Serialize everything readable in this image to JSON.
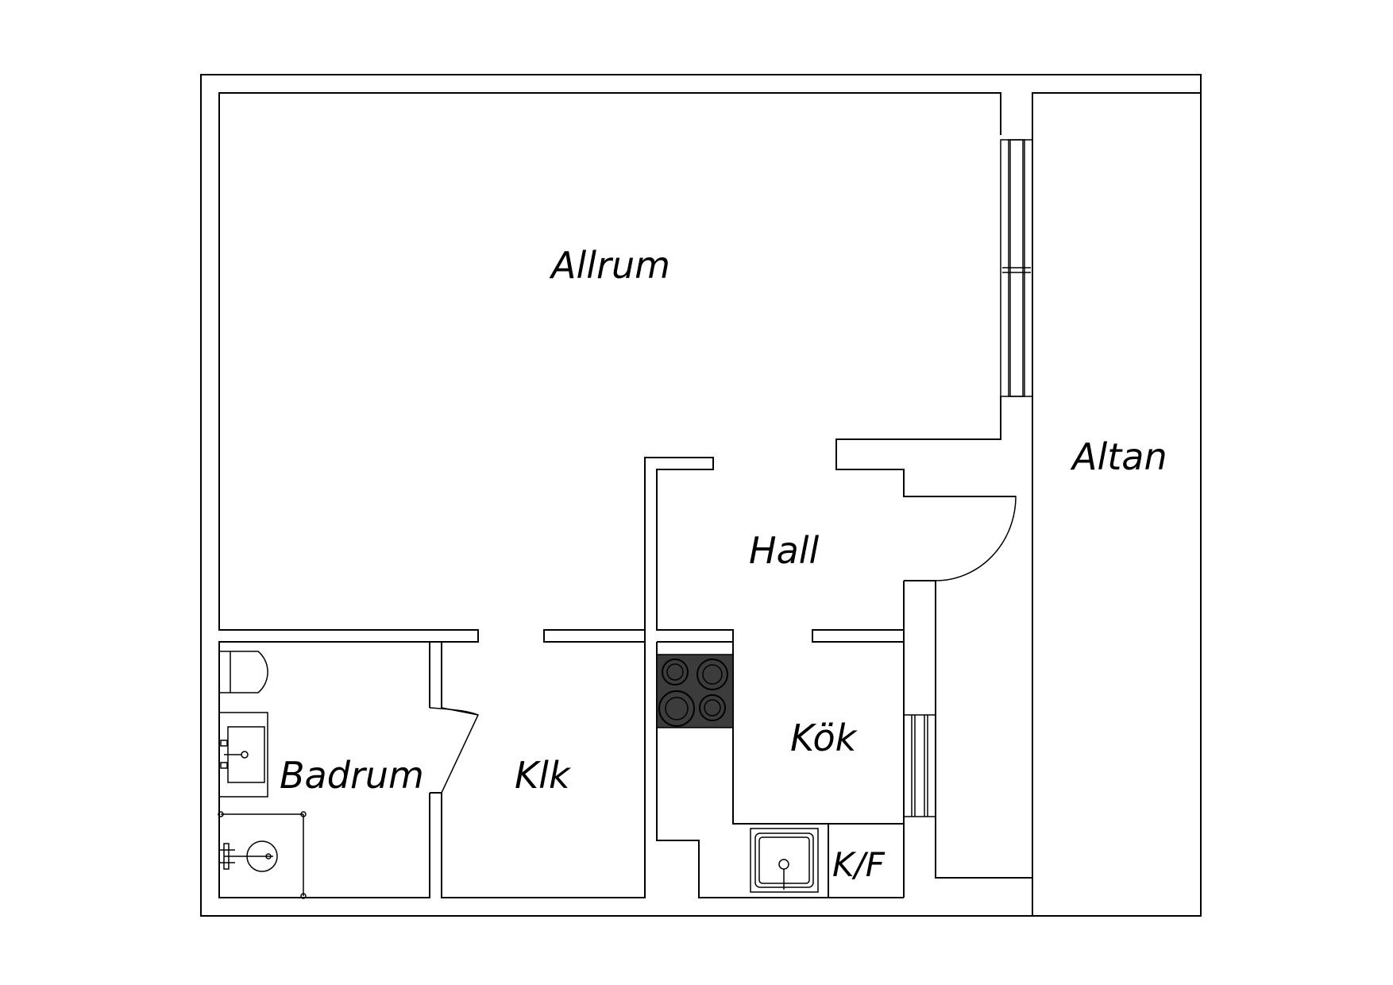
{
  "rooms": {
    "allrum": "Allrum",
    "altan": "Altan",
    "hall": "Hall",
    "kok": "Kök",
    "badrum": "Badrum",
    "klk": "Klk",
    "kf": "K/F"
  },
  "colors": {
    "wall": "#000000",
    "background": "#ffffff",
    "stove": "#3c3c3c"
  }
}
